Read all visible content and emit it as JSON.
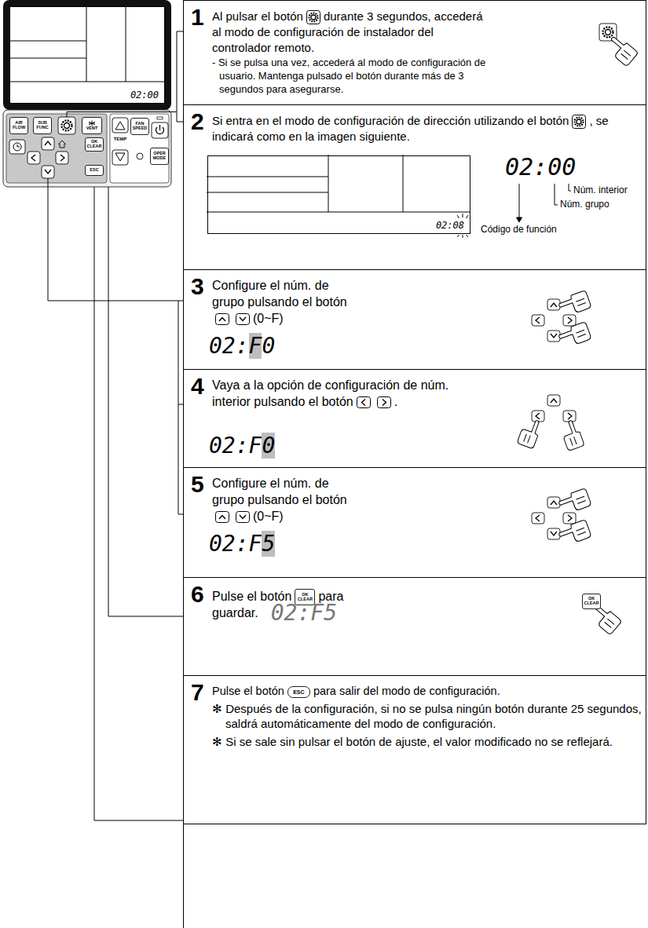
{
  "diagram": {
    "nodes": [
      {
        "text": [
          "02:00"
        ]
      },
      {
        "text": [
          "AIR FLOW"
        ]
      },
      {
        "text": [
          "SUB FUNC"
        ]
      },
      {
        "text": [
          "VENT"
        ]
      },
      {
        "text": [
          "OK CLEAR"
        ]
      },
      {
        "text": [
          "ESC"
        ]
      },
      {
        "text": [
          "FAN SPEED"
        ]
      },
      {
        "text": [
          "OPER MODE"
        ]
      },
      {
        "text": [
          "1",
          "Al pulsar el botón",
          "durante 3 segundos, accederá al modo de configuración de instalador del controlador remoto.",
          "- Si se pulsa una vez, accederá al modo de configuración de usuario. Mantenga pulsado el botón durante más de 3 segundos para asegurarse."
        ]
      },
      {
        "text": [
          "2",
          "Si entra en el modo de configuración de dirección utilizando el botón",
          ", se indicará como en la imagen siguiente."
        ]
      },
      {
        "text": [
          "02:08"
        ],
        "in": 9
      },
      {
        "text": [
          "3",
          "Configure el núm. de grupo pulsando el botón",
          "(0~F)"
        ]
      },
      {
        "text": [
          "4",
          "Vaya a la opción de configuración de núm. interior pulsando el botón",
          "."
        ]
      },
      {
        "text": [
          "5",
          "Configure el núm. de grupo pulsando el botón",
          "(0~F)"
        ]
      },
      {
        "text": [
          "6",
          "Pulse el botón",
          "para guardar."
        ]
      },
      {
        "text": [
          "OK CLEAR"
        ],
        "in": 14
      },
      {
        "text": [
          "OK CLEAR"
        ],
        "in": 14
      },
      {
        "text": [
          "7",
          "Pulse el botón",
          "para salir del modo de configuración.",
          "✻ Después de la configuración, si no se pulsa ningún botón durante 25 segundos, saldrá automáticamente del modo de configuración.",
          "✻ Si se sale sin pulsar el botón de ajuste, el valor modificado no se reflejará."
        ]
      },
      {
        "text": [
          "ESC"
        ],
        "in": 17
      }
    ],
    "edges": [
      {
        "from": 4,
        "to": 14,
        "arrow": "none"
      },
      {
        "from": 5,
        "to": 17,
        "arrow": "none"
      }
    ],
    "labels": [
      "TEMP",
      "02:00",
      "Núm. interior",
      "Núm. grupo",
      "Código de función",
      "02:",
      "F",
      "0",
      "02:F",
      "0",
      "02:F",
      "5",
      "02:F5"
    ]
  }
}
